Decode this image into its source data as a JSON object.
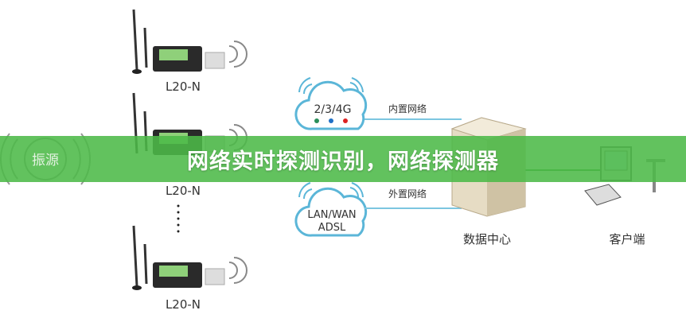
{
  "diagram": {
    "devices": [
      {
        "label": "L20-N"
      },
      {
        "label": "L20-N"
      },
      {
        "label": "L20-N"
      }
    ],
    "vibration_source": "振源",
    "cloud_mobile": {
      "label": "2/3/4G"
    },
    "cloud_wired": {
      "line1": "LAN/WAN",
      "line2": "ADSL"
    },
    "link_internal": "内置网络",
    "link_external": "外置网络",
    "data_center": "数据中心",
    "client": "客户端",
    "colors": {
      "cloud_stroke": "#5bb6d8",
      "banner": "#4cba48",
      "server": "#e6dcc4"
    }
  },
  "banner": {
    "title": "网络实时探测识别，网络探测器"
  }
}
